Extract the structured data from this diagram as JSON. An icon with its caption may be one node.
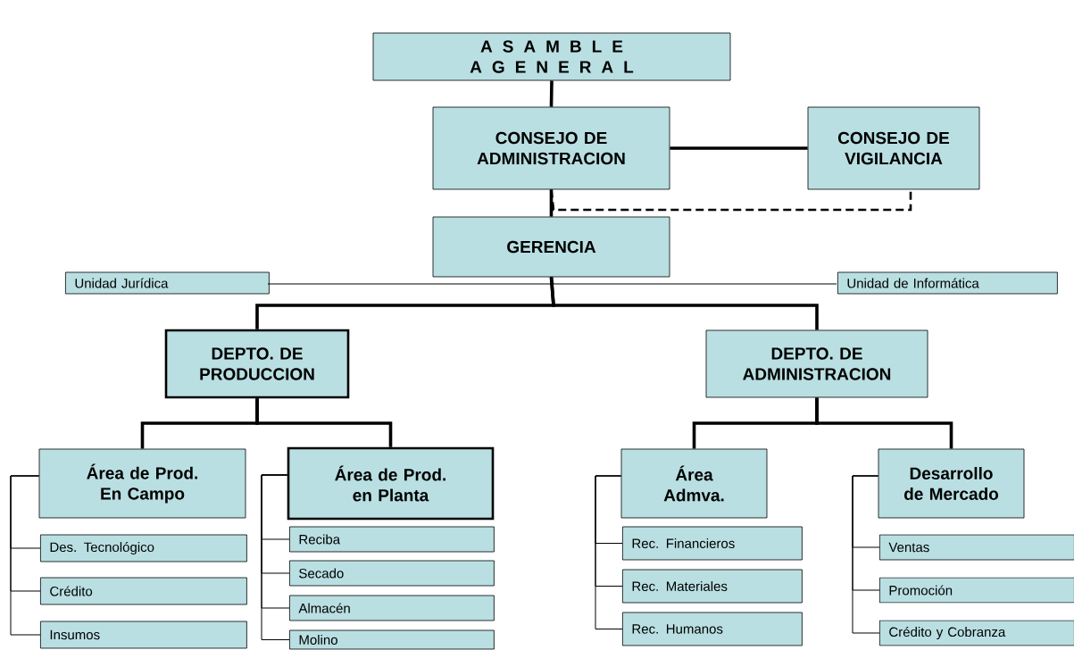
{
  "diagram": {
    "nodes": [
      {
        "text": [
          "A S A M B L E A G E N E R A L"
        ]
      },
      {
        "text": [
          "CONSEJO DE ADMINISTRACION"
        ]
      },
      {
        "text": [
          "CONSEJO DE VIGILANCIA"
        ]
      },
      {
        "text": [
          "GERENCIA"
        ]
      },
      {
        "text": [
          "Unidad Jurídica"
        ]
      },
      {
        "text": [
          "Unidad de Informática"
        ]
      },
      {
        "text": [
          "DEPTO. DE PRODUCCION"
        ]
      },
      {
        "text": [
          "DEPTO. DE ADMINISTRACION"
        ]
      },
      {
        "text": [
          "Área de Prod. En Campo"
        ]
      },
      {
        "text": [
          "Área de Prod. en Planta"
        ]
      },
      {
        "text": [
          "Área Admva."
        ]
      },
      {
        "text": [
          "Desarrollo de Mercado"
        ]
      },
      {
        "text": [
          "Des. Tecnológico"
        ]
      },
      {
        "text": [
          "Crédito"
        ]
      },
      {
        "text": [
          "Insumos"
        ]
      },
      {
        "text": [
          "Reciba"
        ]
      },
      {
        "text": [
          "Secado"
        ]
      },
      {
        "text": [
          "Almacén"
        ]
      },
      {
        "text": [
          "Molino"
        ]
      },
      {
        "text": [
          "Rec. Financieros"
        ]
      },
      {
        "text": [
          "Rec. Materiales"
        ]
      },
      {
        "text": [
          "Rec. Humanos"
        ]
      },
      {
        "text": [
          "Ventas"
        ]
      },
      {
        "text": [
          "Promoción"
        ]
      },
      {
        "text": [
          "Crédito y Cobranza"
        ]
      }
    ],
    "edges": [
      {
        "from": 0,
        "to": 1,
        "arrow": "none",
        "style": "thick"
      },
      {
        "from": 1,
        "to": 2,
        "arrow": "none",
        "style": "thick"
      },
      {
        "from": 1,
        "to": 2,
        "arrow": "none",
        "style": "dashed"
      },
      {
        "from": 1,
        "to": 3,
        "arrow": "none",
        "style": "thick"
      },
      {
        "from": 3,
        "to": 4,
        "arrow": "none"
      },
      {
        "from": 3,
        "to": 5,
        "arrow": "none"
      },
      {
        "from": 3,
        "to": 6,
        "arrow": "none",
        "style": "thick"
      },
      {
        "from": 3,
        "to": 7,
        "arrow": "none",
        "style": "thick"
      },
      {
        "from": 6,
        "to": 8,
        "arrow": "none",
        "style": "thick"
      },
      {
        "from": 6,
        "to": 9,
        "arrow": "none",
        "style": "thick"
      },
      {
        "from": 7,
        "to": 10,
        "arrow": "none",
        "style": "thick"
      },
      {
        "from": 7,
        "to": 11,
        "arrow": "none",
        "style": "thick"
      },
      {
        "from": 8,
        "to": 12,
        "arrow": "none"
      },
      {
        "from": 8,
        "to": 13,
        "arrow": "none"
      },
      {
        "from": 8,
        "to": 14,
        "arrow": "none"
      },
      {
        "from": 9,
        "to": 15,
        "arrow": "none"
      },
      {
        "from": 9,
        "to": 16,
        "arrow": "none"
      },
      {
        "from": 9,
        "to": 17,
        "arrow": "none"
      },
      {
        "from": 9,
        "to": 18,
        "arrow": "none"
      },
      {
        "from": 10,
        "to": 19,
        "arrow": "none"
      },
      {
        "from": 10,
        "to": 20,
        "arrow": "none"
      },
      {
        "from": 10,
        "to": 21,
        "arrow": "none"
      },
      {
        "from": 11,
        "to": 22,
        "arrow": "none"
      },
      {
        "from": 11,
        "to": 23,
        "arrow": "none"
      },
      {
        "from": 11,
        "to": 24,
        "arrow": "none"
      }
    ]
  }
}
